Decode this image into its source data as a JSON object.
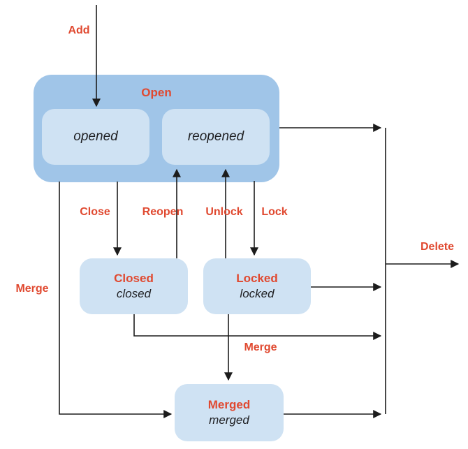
{
  "colors": {
    "group_fill": "#a0c5e8",
    "state_fill": "#cfe2f3",
    "transition_red": "#e04930",
    "line": "#1c1c1c",
    "state_text": "#202124",
    "background": "#ffffff"
  },
  "groups": {
    "open": {
      "title": "Open",
      "children": {
        "opened": "opened",
        "reopened": "reopened"
      }
    }
  },
  "states": {
    "closed": {
      "name": "Closed",
      "value": "closed"
    },
    "locked": {
      "name": "Locked",
      "value": "locked"
    },
    "merged": {
      "name": "Merged",
      "value": "merged"
    }
  },
  "transitions": {
    "add": "Add",
    "close": "Close",
    "reopen": "Reopen",
    "unlock": "Unlock",
    "lock": "Lock",
    "merge_left": "Merge",
    "merge_bottom": "Merge",
    "delete": "Delete"
  }
}
